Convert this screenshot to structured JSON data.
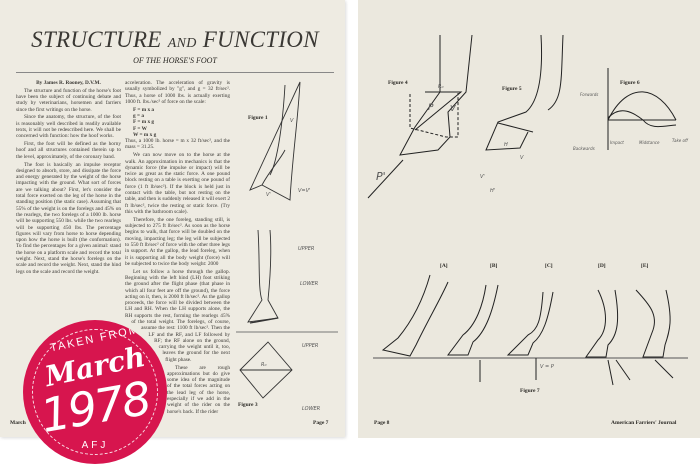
{
  "left_page": {
    "title_main": "STRUCTURE",
    "title_and": "AND",
    "title_end": "FUNCTION",
    "subtitle": "OF THE HORSE'S FOOT",
    "byline": "By James R. Rooney, D.V.M.",
    "col1": [
      "The structure and function of the horse's foot have been the subject of continuing debate and study by veterinarians, horsemen and farriers since the first writings on the horse.",
      "Since the anatomy, the structure, of the foot is reasonably well described in readily available texts, it will not be redescribed here. We shall be concerned with function: how the hoof works.",
      "First, the foot will be defined as the horny hoof and all structures contained therein up to the level, approximately, of the coronary band.",
      "The foot is basically an impulse receptor designed to absorb, store, and dissipate the force and energy generated by the weight of the horse impacting with the ground. What sort of forces are we talking about? First, let's consider the total force exerted on the leg of the horse in the standing position (the static case). Assuming that 55% of the weight is on the forelegs and 45% on the rearlegs, the two forelegs of a 1000 lb. horse will be supporting 550 lbs. while the two rearlegs will be supporting 450 lbs. The percentage figures will vary from horse to horse depending upon how the horse is built (the conformation). To find the percentages for a given animal: stand the horse on a platform scale and record the total weight. Next, stand the horse's forelegs on the scale and record the weight. Next, stand the hind legs on the scale and record the weight."
    ],
    "col2_intro": "acceleration. The acceleration of gravity is usually symbolized by \"g\", and g = 32 ft/sec². Thus, a horse of 1000 lbs. is actually exerting 1000 ft. lbs./sec² of force on the scale:",
    "equations": [
      "F = m x a",
      "g = a",
      "F = m x g",
      "F = W",
      "W = m x g"
    ],
    "col2": [
      "Thus, a 1000 lb. horse = m x 32 ft/sec², and the mass = 31.25.",
      "We can now move on to the horse at the walk. An approximation in mechanics is that the dynamic force (the impulse or impact) will be twice as great as the static force. A one pound block resting on a table is exerting one pound of force (1 ft lb/sec²). If the block is held just in contact with the table, but not resting on the table, and then is suddenly released it will exert 2 ft lb/sec², twice the resting or static force. (Try this with the bathroom scale).",
      "Therefore, the one foreleg, standing still, is subjected to 275 ft lb/sec². As soon as the horse begins to walk, that force will be doubled on the moving, impacting leg; the leg will be subjected to 550 ft lb/sec² of force with the other three legs in support. At the gallop, the lead foreleg, when it is supporting all the body weight (force) will be subjected to twice the body weight: 2000",
      "Let us follow a horse through the gallop. Beginning with the left hind (LH) foot striking the ground after the flight phase (that phase in which all four feet are off the ground), the force acting on it, then, is 2000 ft lb/sec². As the gallop proceeds, the force will be divided between the LH and RH. When the LH supports alone, the RH supports the rest, forming the rearlegs 45% of the total weight. The forelegs, of course, assume the rest: 1100 ft lb/sec². Then the LF and the RF, and LF followed by RF; the RF alone on the ground, carrying the weight until it, too, leaves the ground for the next flight phase.",
      "These are rough approximations but do give some idea of the magnitude of the total forces acting on the lead leg of the horse, especially if we add in the weight of the rider on the horse's back. If the rider"
    ],
    "figure1": "Figure 1",
    "figure3": "Figure 3",
    "fig1_labels": [
      "V",
      "V'",
      "V=V'"
    ],
    "fig2_labels": [
      "UPPER",
      "LOWER"
    ],
    "fig3_labels": [
      "R₀",
      "UPPER",
      "LOWER"
    ],
    "footer_left": "March",
    "footer_right": "Page 7"
  },
  "right_page": {
    "figure4": "Figure 4",
    "figure5": "Figure 5",
    "figure6": "Figure 6",
    "figure7": "Figure 7",
    "fig4_labels": [
      "R₀",
      "P",
      "V",
      "P'"
    ],
    "fig5_labels": [
      "H",
      "V",
      "V'",
      "H'"
    ],
    "fig6_labels": {
      "forwards": "Forwards",
      "backwards": "Backwards",
      "impact": "Impact",
      "midstance": "Midstance",
      "takeoff": "Take off"
    },
    "fig7_panels": [
      "[A]",
      "[B]",
      "[C]",
      "[D]",
      "[E]"
    ],
    "fig7_note": "V = P",
    "footer_left": "Page 8",
    "footer_right": "American Farriers' Journal"
  },
  "badge": {
    "top": "TAKEN FROM",
    "month": "March",
    "year": "1978",
    "bottom": "AFJ",
    "color": "#d7154e"
  }
}
